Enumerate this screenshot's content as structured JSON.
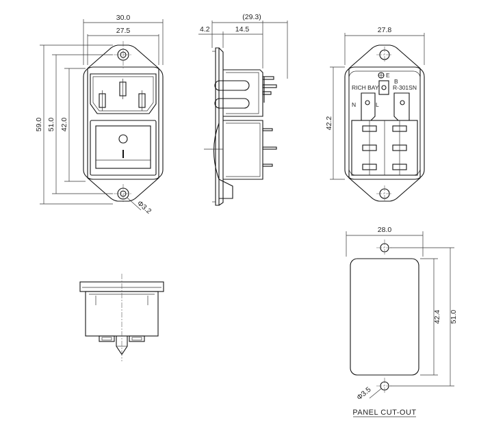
{
  "dimensions": {
    "front_overall_width": "30.0",
    "front_inner_width": "27.5",
    "front_height_overall": "59.0",
    "front_height_body": "51.0",
    "front_height_panel": "42.0",
    "hole_front": "Φ3.2",
    "side_total": "(29.3)",
    "side_flange": "4.2",
    "side_depth": "14.5",
    "rear_width": "27.8",
    "rear_height": "42.2",
    "cutout_width": "28.0",
    "cutout_height_inner": "42.4",
    "cutout_height_outer": "51.0",
    "cutout_hole": "Φ3.5"
  },
  "rear_labels": {
    "earth": "E",
    "b": "B",
    "brand": "RICH BAY",
    "model": "R-301SN",
    "neutral": "N",
    "live": "L"
  },
  "titles": {
    "panel_cutout": "PANEL CUT-OUT"
  },
  "switch_symbols": {
    "off": "O",
    "on": "I"
  }
}
